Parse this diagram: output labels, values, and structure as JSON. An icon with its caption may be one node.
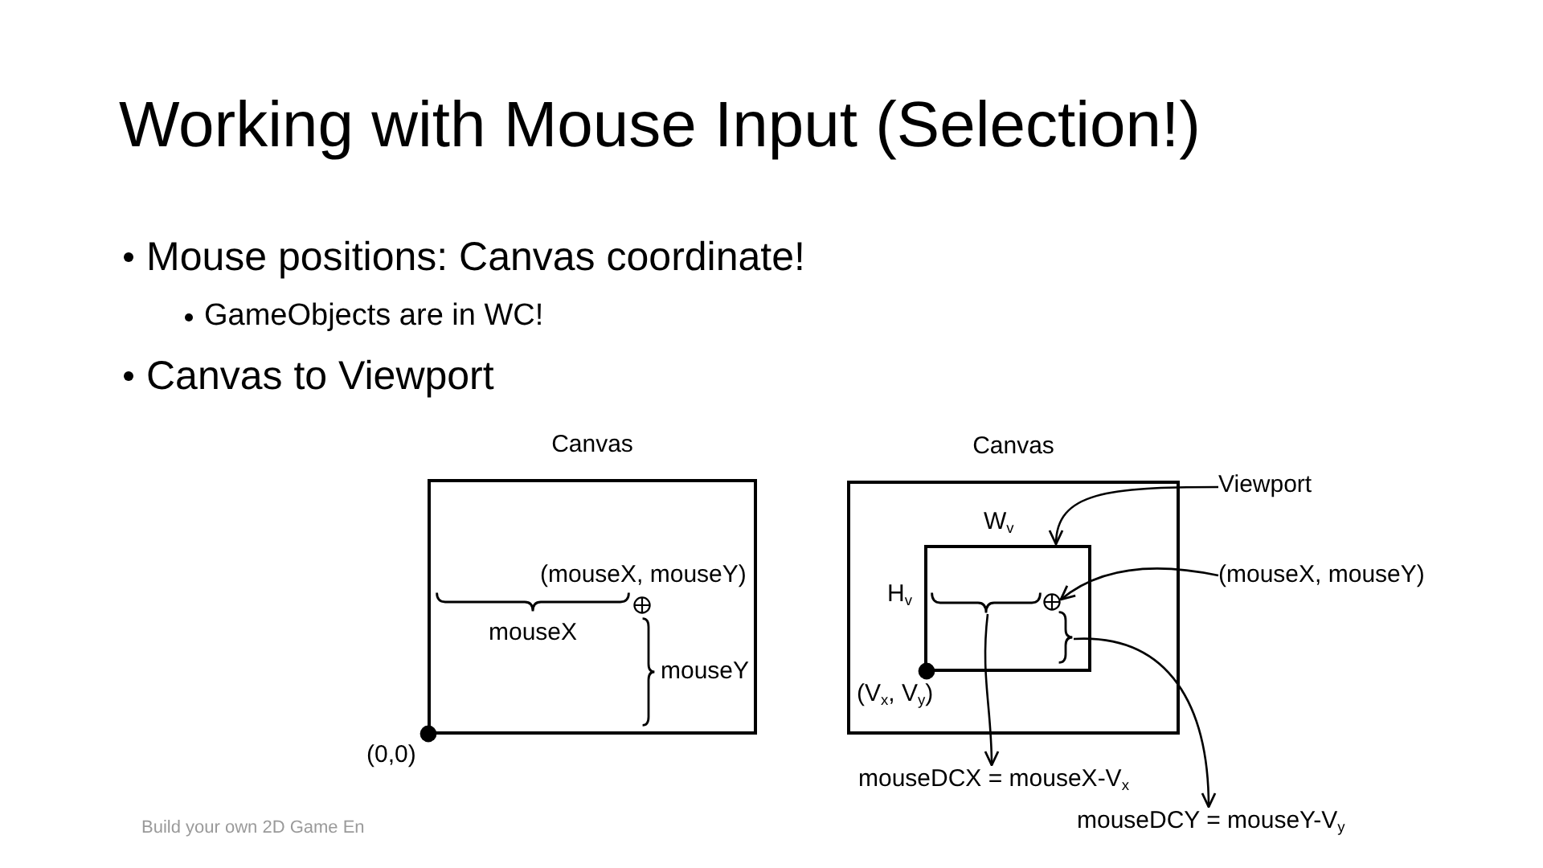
{
  "diagram": {
    "title": "Working with Mouse Input (Selection!)",
    "nodes": [
      {
        "text": [
          "Canvas"
        ]
      },
      {
        "text": [
          "Canvas"
        ]
      },
      {
        "text": [],
        "shape": "box",
        "in": 1
      },
      {
        "text": [],
        "shape": "circle",
        "in": 2
      },
      {
        "text": [],
        "shape": "brace",
        "in": 2
      },
      {
        "text": [],
        "shape": "brace",
        "in": 2
      },
      {
        "text": [
          "Viewport"
        ]
      },
      {
        "text": [
          "(mouseX, mouseY)"
        ]
      },
      {
        "text": [
          "mouseDCX = mouseX-V$_{x}$"
        ]
      },
      {
        "text": [
          "mouseDCY = mouseY-V$_{y}$"
        ]
      }
    ],
    "edges": [
      {
        "from": 6,
        "to": 2,
        "arrow": "to"
      },
      {
        "from": 7,
        "to": 3,
        "arrow": "to"
      },
      {
        "from": 4,
        "to": 8,
        "arrow": "to"
      },
      {
        "from": 5,
        "to": 9,
        "arrow": "to"
      }
    ],
    "labels": [
      "Mouse positions: Canvas coordinate!",
      "GameObjects are in WC!",
      "Canvas to Viewport",
      "(mouseX, mouseY)",
      "mouseX",
      "mouseY",
      "(0,0)",
      "W$_{v}$",
      "H$_{v}$",
      "(V$_{x}$, V$_{y}$)",
      "Build your own 2D Game En"
    ]
  }
}
